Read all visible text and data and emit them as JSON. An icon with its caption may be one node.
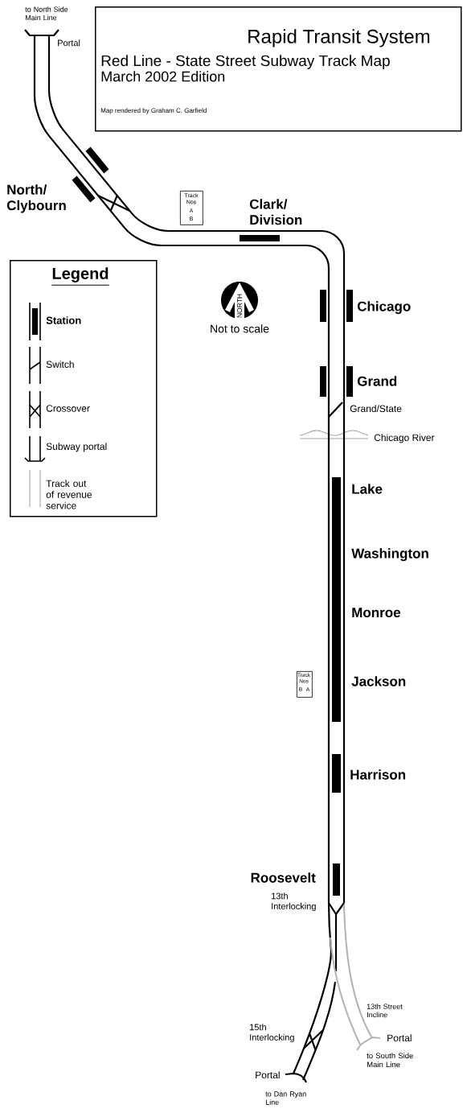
{
  "diagram": {
    "nodes": [
      {
        "text": [
          "Rapid Transit System",
          "Red Line - State Street Subway Track Map",
          "March 2002 Edition",
          "Map rendered by Graham C. Garfield"
        ]
      },
      {
        "text": [
          "Legend"
        ]
      },
      {
        "text": [
          "Track Nos",
          "A",
          "B"
        ]
      },
      {
        "text": [
          "Track Nos",
          "B",
          "A"
        ]
      }
    ],
    "labels": [
      "to North Side Main Line",
      "Portal",
      "North/ Clybourn",
      "Clark/ Division",
      "Not to scale",
      "NORTH",
      "Chicago",
      "Grand",
      "Grand/State",
      "Chicago River",
      "Lake",
      "Washington",
      "Monroe",
      "Jackson",
      "Harrison",
      "Roosevelt",
      "13th Interlocking",
      "13th Street Incline",
      "Portal",
      "to South Side Main Line",
      "15th Interlocking",
      "Portal",
      "to Dan Ryan Line"
    ],
    "legend": [
      {
        "text": "Station"
      },
      {
        "text": "Switch"
      },
      {
        "text": "Crossover"
      },
      {
        "text": "Subway portal"
      },
      {
        "text": "Track out of revenue service"
      }
    ]
  }
}
